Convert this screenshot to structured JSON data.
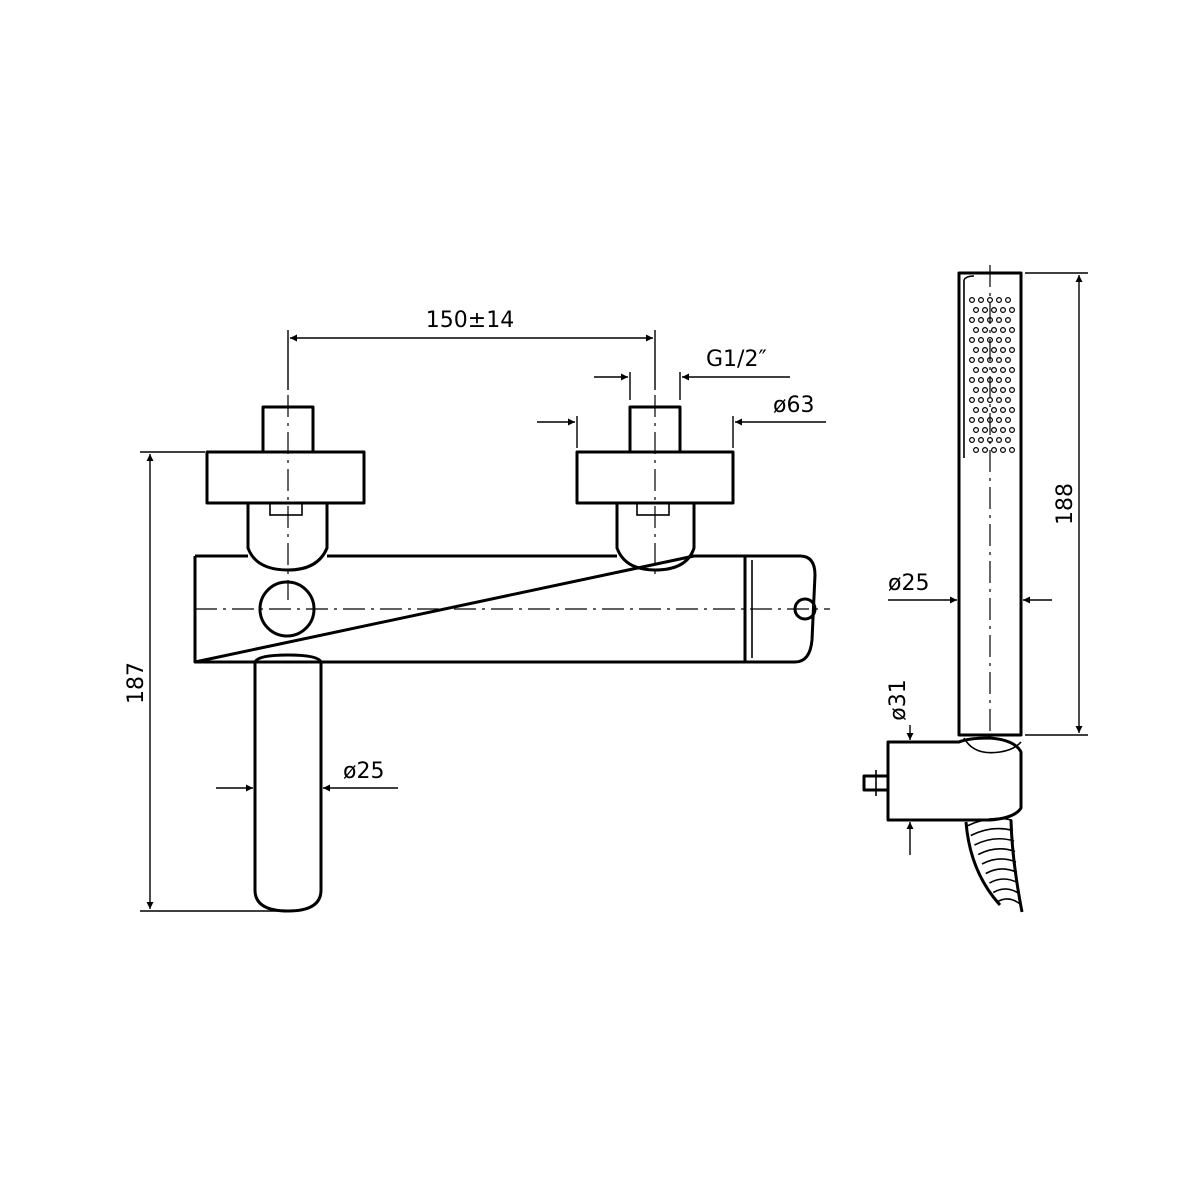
{
  "labels": {
    "spacing": "150±14",
    "thread": "G1/2″",
    "rosette_dia": "ø63",
    "height_mixer": "187",
    "spout_dia": "ø25",
    "handshower_dia": "ø25",
    "handshower_len": "188",
    "holder_dia": "ø31"
  }
}
